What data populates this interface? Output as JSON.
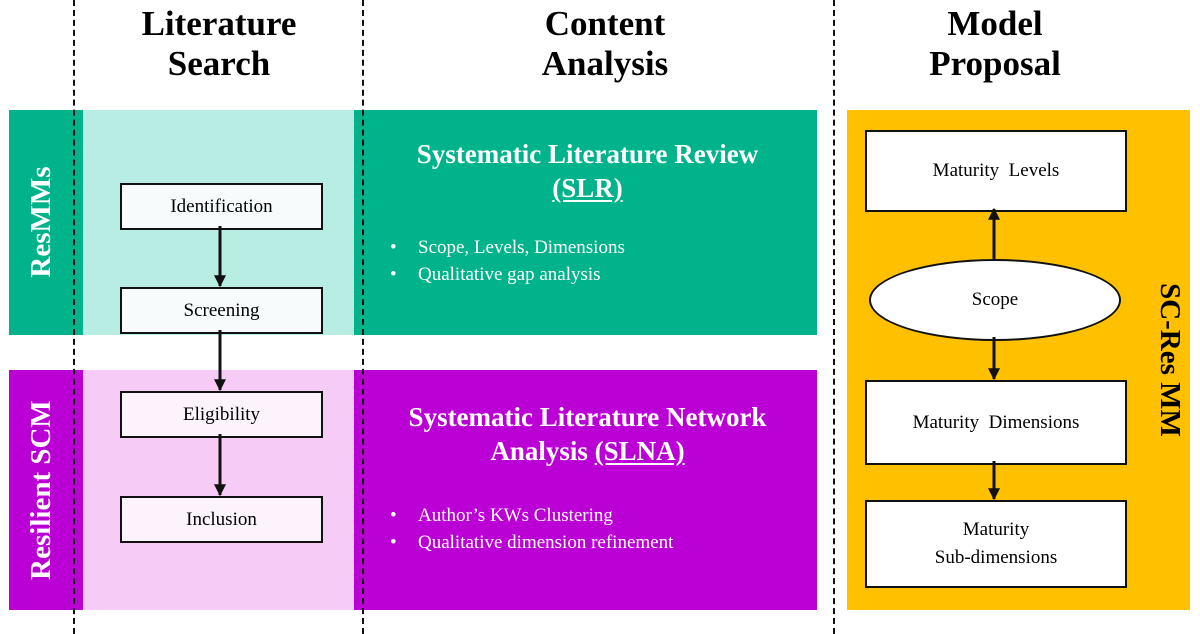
{
  "columns": {
    "literature_search": {
      "line1": "Literature",
      "line2": "Search"
    },
    "content_analysis": {
      "line1": "Content",
      "line2": "Analysis"
    },
    "model_proposal": {
      "line1": "Model",
      "line2": "Proposal"
    }
  },
  "rows": {
    "resmms": {
      "label": "ResMMs",
      "title_line1": "Systematic Literature Review",
      "title_abbr": "(SLR)",
      "bullets": [
        "Scope, Levels, Dimensions",
        "Qualitative  gap analysis"
      ]
    },
    "resilient_scm": {
      "label": "Resilient SCM",
      "title_line1": "Systematic Literature Network",
      "title_line2_prefix": "Analysis ",
      "title_abbr": "(SLNA)",
      "bullets": [
        "Author’s  KWs Clustering",
        "Qualitative  dimension  refinement"
      ]
    }
  },
  "search_steps": [
    "Identification",
    "Screening",
    "Eligibility",
    "Inclusion"
  ],
  "model": {
    "label": "SC-Res MM",
    "maturity_levels": "Maturity  Levels",
    "scope": "Scope",
    "maturity_dimensions": "Maturity  Dimensions",
    "sub_dimensions_line1": "Maturity",
    "sub_dimensions_line2": "Sub-dimensions"
  },
  "colors": {
    "green_dark": "#00b38a",
    "green_light": "#b8ede4",
    "purple_dark": "#bb00d6",
    "purple_light": "#f6ccf6",
    "orange": "#ffc000"
  }
}
